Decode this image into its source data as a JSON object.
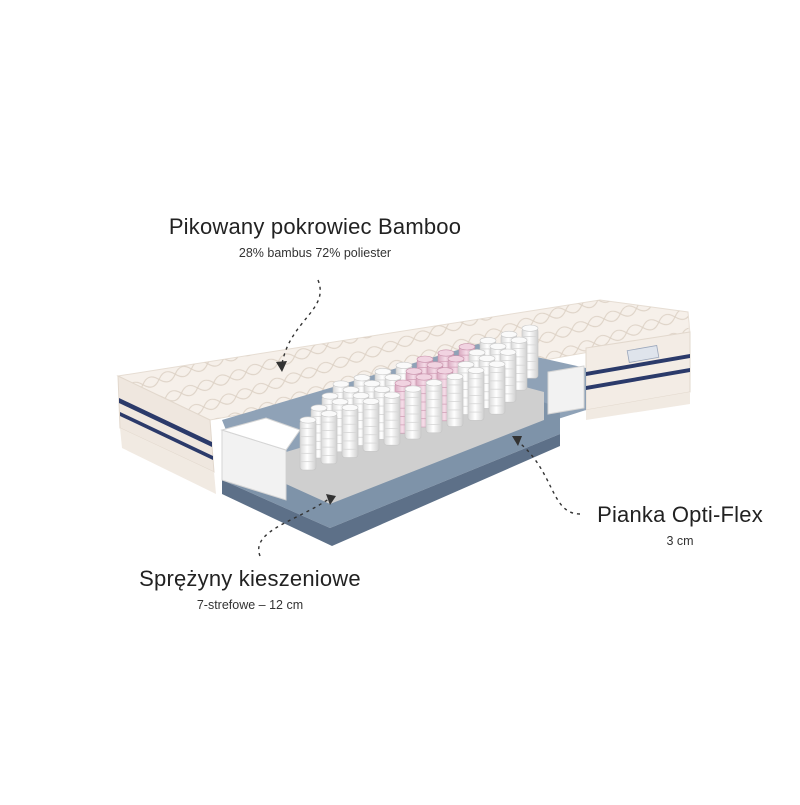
{
  "labels": {
    "cover": {
      "title": "Pikowany pokrowiec Bamboo",
      "subtitle": "28% bambus 72% poliester"
    },
    "foam": {
      "title": "Pianka Opti-Flex",
      "subtitle": "3 cm"
    },
    "springs": {
      "title": "Sprężyny kieszeniowe",
      "subtitle": "7-strefowe – 12 cm"
    }
  },
  "colors": {
    "cover": "#f6f0ea",
    "quilt": "#e3d9cf",
    "edge_band": "#2b3a6a",
    "foam": "#7e93a9",
    "foam_dark": "#5d7088",
    "spring_white": "#f4f4f4",
    "spring_pink": "#e9c3d6"
  }
}
